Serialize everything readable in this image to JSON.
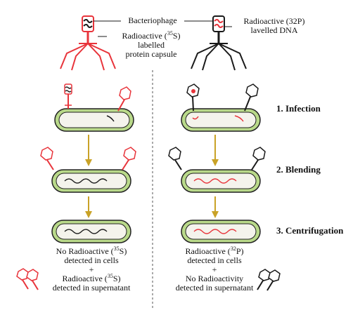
{
  "labels": {
    "bacteriophage": "Bacteriophage",
    "protein_label_line1_pre": "Radioactive (",
    "protein_label_line1_sup": "35",
    "protein_label_line1_post": "S)",
    "protein_label_line2": "labelled",
    "protein_label_line3": "protein capsule",
    "dna_label_line1": "Radioactive (32P)",
    "dna_label_line2": "lavelled DNA"
  },
  "steps": [
    {
      "label": "1. Infection"
    },
    {
      "label": "2. Blending"
    },
    {
      "label": "3. Centrifugation"
    }
  ],
  "results": {
    "left": {
      "line1_pre": "No Radioactive (",
      "line1_sup": "35",
      "line1_post": "S)",
      "line2": "detected in cells",
      "plus": "+",
      "line3_pre": "Radioactive (",
      "line3_sup": "35",
      "line3_post": "S)",
      "line4": "detected in supernatant"
    },
    "right": {
      "line1_pre": "Radioactive (",
      "line1_sup": "32",
      "line1_post": "P)",
      "line2": "detected in cells",
      "plus": "+",
      "line3": "No Radioactivity",
      "line4": "detected in supernatant"
    }
  },
  "colors": {
    "label_red": "#e8343b",
    "black": "#1a1a1a",
    "cell_outline": "#222222",
    "cell_green": "#b9d98a",
    "cell_fill": "#f4f3ec",
    "arrow": "#c9a227"
  }
}
